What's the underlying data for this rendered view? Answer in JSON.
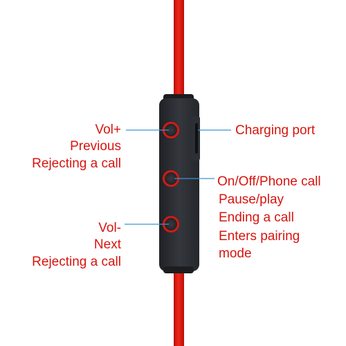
{
  "colors": {
    "cable": "#e3190f",
    "remote_body": "#2b2e33",
    "button_ring": "#d31a16",
    "leader_line": "#3b93d6",
    "label_text": "#d8140e"
  },
  "labels": {
    "vol_plus": {
      "line1": "Vol+",
      "line2": "Previous",
      "line3": "Rejecting a call"
    },
    "vol_minus": {
      "line1": "Vol-",
      "line2": "Next",
      "line3": "Rejecting a call"
    },
    "charging_port": "Charging port",
    "multifunction": {
      "line1": "On/Off/Phone call",
      "line2": "Pause/play",
      "line3": "Ending a call",
      "line4": "Enters pairing",
      "line5": "mode"
    }
  }
}
